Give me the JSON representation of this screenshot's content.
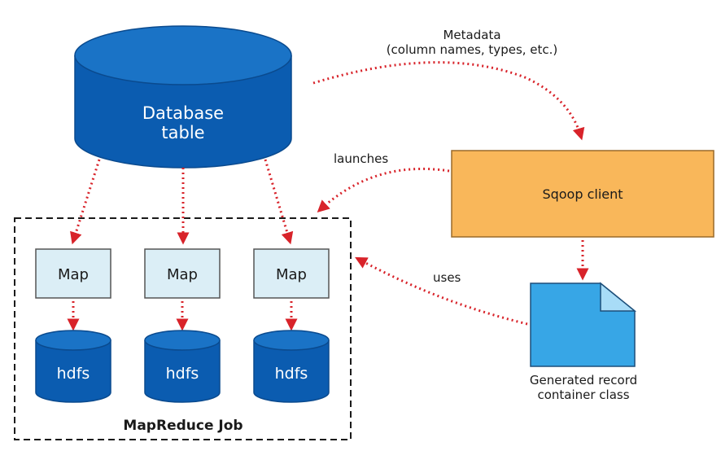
{
  "colors": {
    "db_top": "#1a73c6",
    "db_body": "#0b5cb0",
    "db_outline": "#0a4a8e",
    "map_fill": "#dbeef6",
    "sqoop_fill": "#f9b75a",
    "sqoop_outline": "#9a6a2a",
    "doc_fill": "#37a6e6",
    "arrow": "#d8232a",
    "text_dark": "#1a1a1a",
    "text_light": "#ffffff"
  },
  "database": {
    "line1": "Database",
    "line2": "table"
  },
  "metadata": {
    "line1": "Metadata",
    "line2": "(column names, types, etc.)"
  },
  "launches_label": "launches",
  "uses_label": "uses",
  "sqoop_client": "Sqoop client",
  "maps": [
    {
      "label": "Map"
    },
    {
      "label": "Map"
    },
    {
      "label": "Map"
    }
  ],
  "hdfs": [
    {
      "label": "hdfs"
    },
    {
      "label": "hdfs"
    },
    {
      "label": "hdfs"
    }
  ],
  "job_label": "MapReduce Job",
  "generated": {
    "line1": "Generated record",
    "line2": "container class"
  }
}
